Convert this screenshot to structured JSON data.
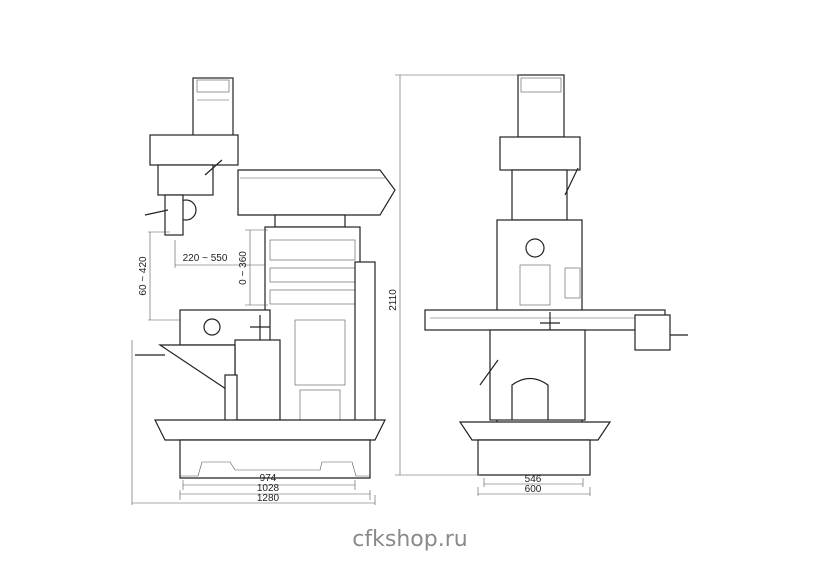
{
  "diagram": {
    "side_view": {
      "dimensions": {
        "ram_travel": "220 ~ 550",
        "spindle_to_table": "60 ~ 420",
        "knee_travel": "0 ~ 360",
        "width_974": "974",
        "width_1028": "1028",
        "width_1280": "1280"
      }
    },
    "front_view": {
      "dimensions": {
        "height": "2110",
        "width_546": "546",
        "width_600": "600"
      }
    },
    "watermark": "cfkshop.ru"
  }
}
